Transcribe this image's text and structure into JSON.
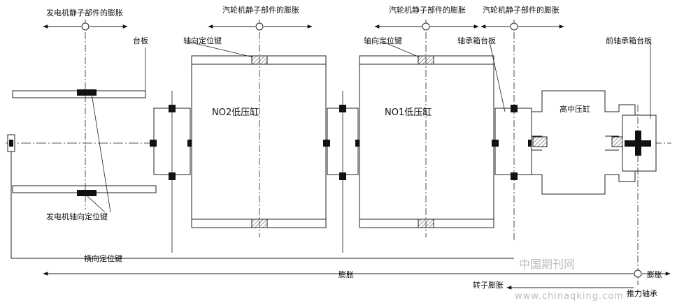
{
  "labels": {
    "gen_stator_expansion": "发电机静子部件的膨胀",
    "turbine_stator_expansion_1": "汽轮机静子部件的膨胀",
    "turbine_stator_expansion_2": "汽轮机静子部件的膨胀",
    "turbine_stator_expansion_3": "汽轮机静子部件的膨胀",
    "platform": "台板",
    "axial_key_1": "轴向定位键",
    "axial_key_2": "轴向定位键",
    "bearing_box_plate": "轴承箱台板",
    "front_bearing_box_plate": "前轴承箱台板",
    "no2_lp": "NO2低压缸",
    "no1_lp": "NO1低压缸",
    "hip": "高中压缸",
    "gen_axial_key": "发电机轴向定位键",
    "transverse_key": "横向定位键",
    "expansion": "膨胀",
    "expansion_right": "膨胀",
    "rotor_expansion": "转子膨胀",
    "thrust_bearing": "推力轴承"
  },
  "watermark": {
    "line1": "中国期刊网",
    "line2": "www.chinaqking.com"
  }
}
